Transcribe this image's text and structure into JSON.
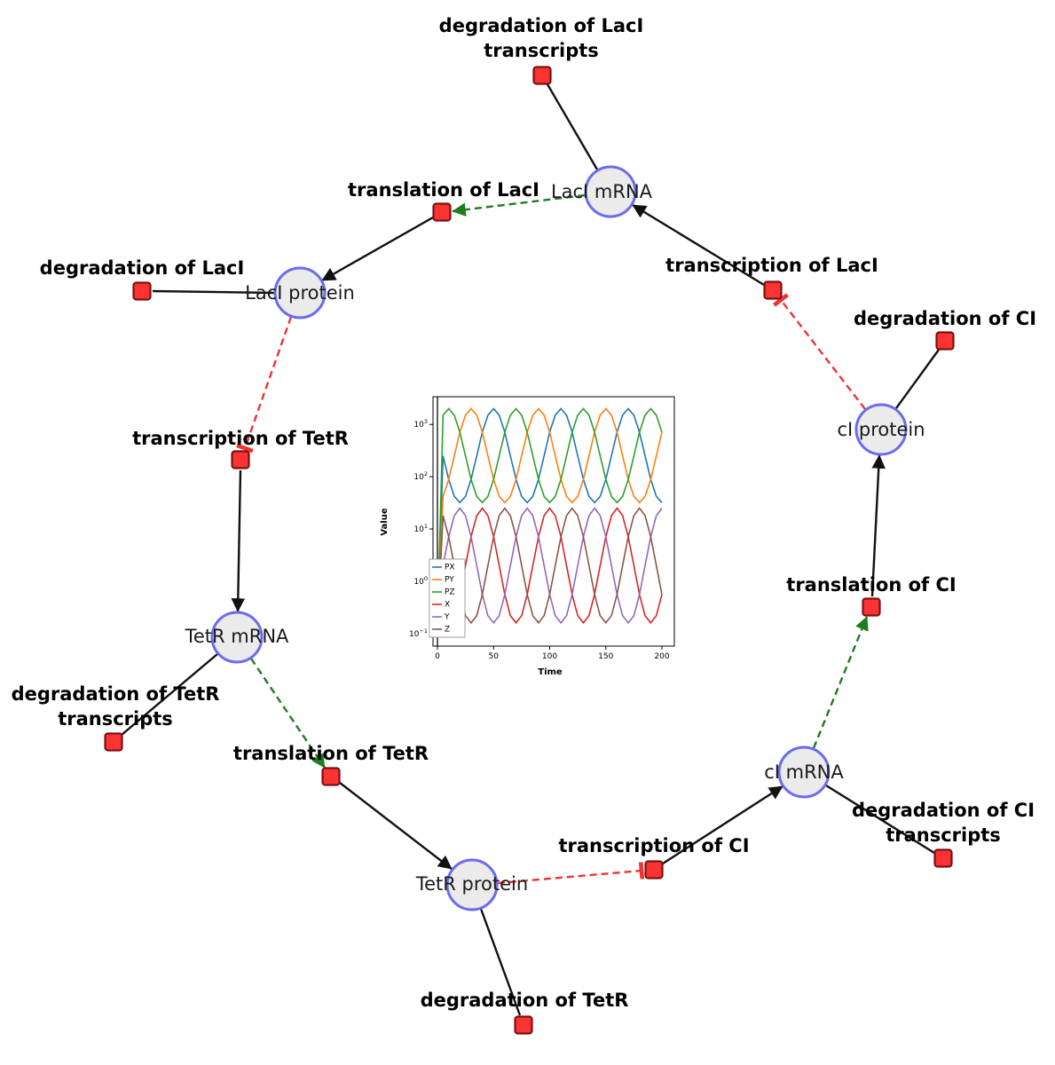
{
  "diagram": {
    "species": [
      {
        "label": "LacI mRNA"
      },
      {
        "label": "LacI protein"
      },
      {
        "label": "TetR mRNA"
      },
      {
        "label": "TetR protein"
      },
      {
        "label": "cI mRNA"
      },
      {
        "label": "cI protein"
      }
    ],
    "reactions": [
      {
        "label": "degradation of LacI transcripts",
        "line1": "degradation of LacI",
        "line2": "transcripts"
      },
      {
        "label": "translation of LacI",
        "line1": "translation of LacI"
      },
      {
        "label": "transcription of LacI",
        "line1": "transcription of LacI"
      },
      {
        "label": "degradation of LacI",
        "line1": "degradation of LacI"
      },
      {
        "label": "degradation of CI",
        "line1": "degradation of CI"
      },
      {
        "label": "transcription of TetR",
        "line1": "transcription of TetR"
      },
      {
        "label": "translation of CI",
        "line1": "translation of CI"
      },
      {
        "label": "degradation of TetR transcripts",
        "line1": "degradation of TetR",
        "line2": "transcripts"
      },
      {
        "label": "translation of TetR",
        "line1": "translation of TetR"
      },
      {
        "label": "degradation of CI transcripts",
        "line1": "degradation of CI",
        "line2": "transcripts"
      },
      {
        "label": "transcription of CI",
        "line1": "transcription of CI"
      },
      {
        "label": "degradation of TetR",
        "line1": "degradation of TetR"
      }
    ],
    "colors": {
      "species_fill": "#ebebeb",
      "species_stroke": "#6b6bf0",
      "reaction_fill": "#fb3333",
      "reaction_stroke": "#7a1212",
      "reactant_product_edge": "#111111",
      "modifier_edge": "#1e7d1e",
      "inhibition_edge": "#ee3333"
    }
  },
  "chart_data": {
    "type": "line",
    "title": "",
    "xlabel": "Time",
    "ylabel": "Value",
    "yscale": "log",
    "xlim": [
      0,
      200
    ],
    "ylim_log10": [
      -1.24,
      3.53
    ],
    "x_ticks": [
      0,
      50,
      100,
      150,
      200
    ],
    "y_tick_exponents": [
      "−1",
      "0",
      "1",
      "2",
      "3"
    ],
    "legend_position": "lower left",
    "grid": false,
    "x": [
      0,
      5,
      10,
      15,
      20,
      25,
      30,
      35,
      40,
      45,
      50,
      55,
      60,
      65,
      70,
      75,
      80,
      85,
      90,
      95,
      100,
      105,
      110,
      115,
      120,
      125,
      130,
      135,
      140,
      145,
      150,
      155,
      160,
      165,
      170,
      175,
      180,
      185,
      190,
      195,
      200
    ],
    "series": [
      {
        "name": "PX",
        "color": "#1f77b4",
        "values": [
          0.12,
          250,
          89,
          42,
          32,
          42,
          89,
          250,
          710,
          1500,
          2000,
          1500,
          710,
          250,
          89,
          42,
          32,
          42,
          89,
          250,
          710,
          1500,
          2000,
          1500,
          710,
          250,
          89,
          42,
          32,
          42,
          89,
          250,
          710,
          1500,
          2000,
          1500,
          710,
          250,
          89,
          42,
          32
        ]
      },
      {
        "name": "PY",
        "color": "#ff7f0e",
        "values": [
          0.12,
          42,
          89,
          250,
          710,
          1500,
          2000,
          1500,
          710,
          250,
          89,
          42,
          32,
          42,
          89,
          250,
          710,
          1500,
          2000,
          1500,
          710,
          250,
          89,
          42,
          32,
          42,
          89,
          250,
          710,
          1500,
          2000,
          1500,
          710,
          250,
          89,
          42,
          32,
          42,
          89,
          250,
          710
        ]
      },
      {
        "name": "PZ",
        "color": "#2ca02c",
        "values": [
          0.12,
          1500,
          2000,
          1500,
          710,
          250,
          89,
          42,
          32,
          42,
          89,
          250,
          710,
          1500,
          2000,
          1500,
          710,
          250,
          89,
          42,
          32,
          42,
          89,
          250,
          710,
          1500,
          2000,
          1500,
          710,
          250,
          89,
          42,
          32,
          42,
          89,
          250,
          710,
          1500,
          2000,
          1500,
          710
        ]
      },
      {
        "name": "X",
        "color": "#d62728",
        "values": [
          0.12,
          0.22,
          0.16,
          0.22,
          0.56,
          2.0,
          7.1,
          18,
          25,
          18,
          7.1,
          2.0,
          0.56,
          0.22,
          0.16,
          0.22,
          0.56,
          2.0,
          7.1,
          18,
          25,
          18,
          7.1,
          2.0,
          0.56,
          0.22,
          0.16,
          0.22,
          0.56,
          2.0,
          7.1,
          18,
          25,
          18,
          7.1,
          2.0,
          0.56,
          0.22,
          0.16,
          0.22,
          0.56
        ]
      },
      {
        "name": "Y",
        "color": "#9467bd",
        "values": [
          0.12,
          2.0,
          7.1,
          18,
          25,
          18,
          7.1,
          2.0,
          0.56,
          0.22,
          0.16,
          0.22,
          0.56,
          2.0,
          7.1,
          18,
          25,
          18,
          7.1,
          2.0,
          0.56,
          0.22,
          0.16,
          0.22,
          0.56,
          2.0,
          7.1,
          18,
          25,
          18,
          7.1,
          2.0,
          0.56,
          0.22,
          0.16,
          0.22,
          0.56,
          2.0,
          7.1,
          18,
          25
        ]
      },
      {
        "name": "Z",
        "color": "#8c564b",
        "values": [
          0.12,
          18,
          7.1,
          2.0,
          0.56,
          0.22,
          0.16,
          0.22,
          0.56,
          2.0,
          7.1,
          18,
          25,
          18,
          7.1,
          2.0,
          0.56,
          0.22,
          0.16,
          0.22,
          0.56,
          2.0,
          7.1,
          18,
          25,
          18,
          7.1,
          2.0,
          0.56,
          0.22,
          0.16,
          0.22,
          0.56,
          2.0,
          7.1,
          18,
          25,
          18,
          7.1,
          2.0,
          0.56
        ]
      }
    ]
  }
}
